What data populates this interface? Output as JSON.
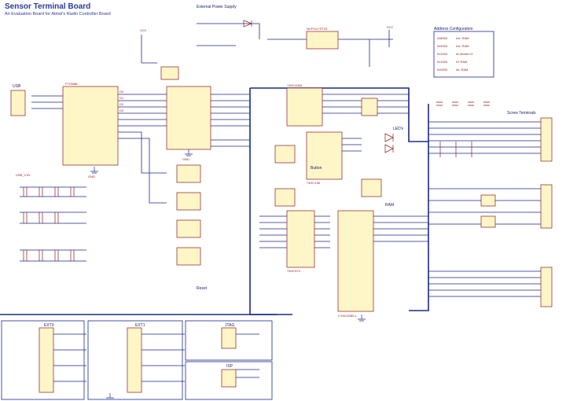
{
  "title": "Sensor Terminal Board",
  "subtitle": "An Evaluation Board for Atmel's Radio Controller Board",
  "blocks": {
    "ext_power": "External Power Supply",
    "address_config": "Address Configuration",
    "screw_terminals": "Screw Terminals",
    "usb": "USB",
    "leds": "LED's",
    "button": "Button",
    "reset": "Reset",
    "ram": "RAM",
    "ext0": "EXT0",
    "ext1": "EXT1",
    "jtag": "JTAG",
    "isp": "ISP"
  },
  "parts": {
    "u_usb": "FT245BL",
    "u_reg": "NCP1117ST33",
    "u_rs": "74HC4060",
    "u_ram": "CY62128ELL",
    "u_latch": "74HC573",
    "u_dec": "74HC138"
  },
  "address_table": [
    {
      "addr": "0x8000",
      "region": "ext. RAM"
    },
    {
      "addr": "0x4000",
      "region": "ext. RAM"
    },
    {
      "addr": "0x2000",
      "region": "on Board IO"
    },
    {
      "addr": "0x1000",
      "region": "IO RAM"
    },
    {
      "addr": "0x0000",
      "region": "int. RAM"
    }
  ],
  "nets": {
    "vcc": "VCC",
    "gnd": "GND",
    "usb_vcc": "USB_3.3V",
    "d0": "D0",
    "d1": "D1",
    "d2": "D2",
    "d3": "D3"
  }
}
